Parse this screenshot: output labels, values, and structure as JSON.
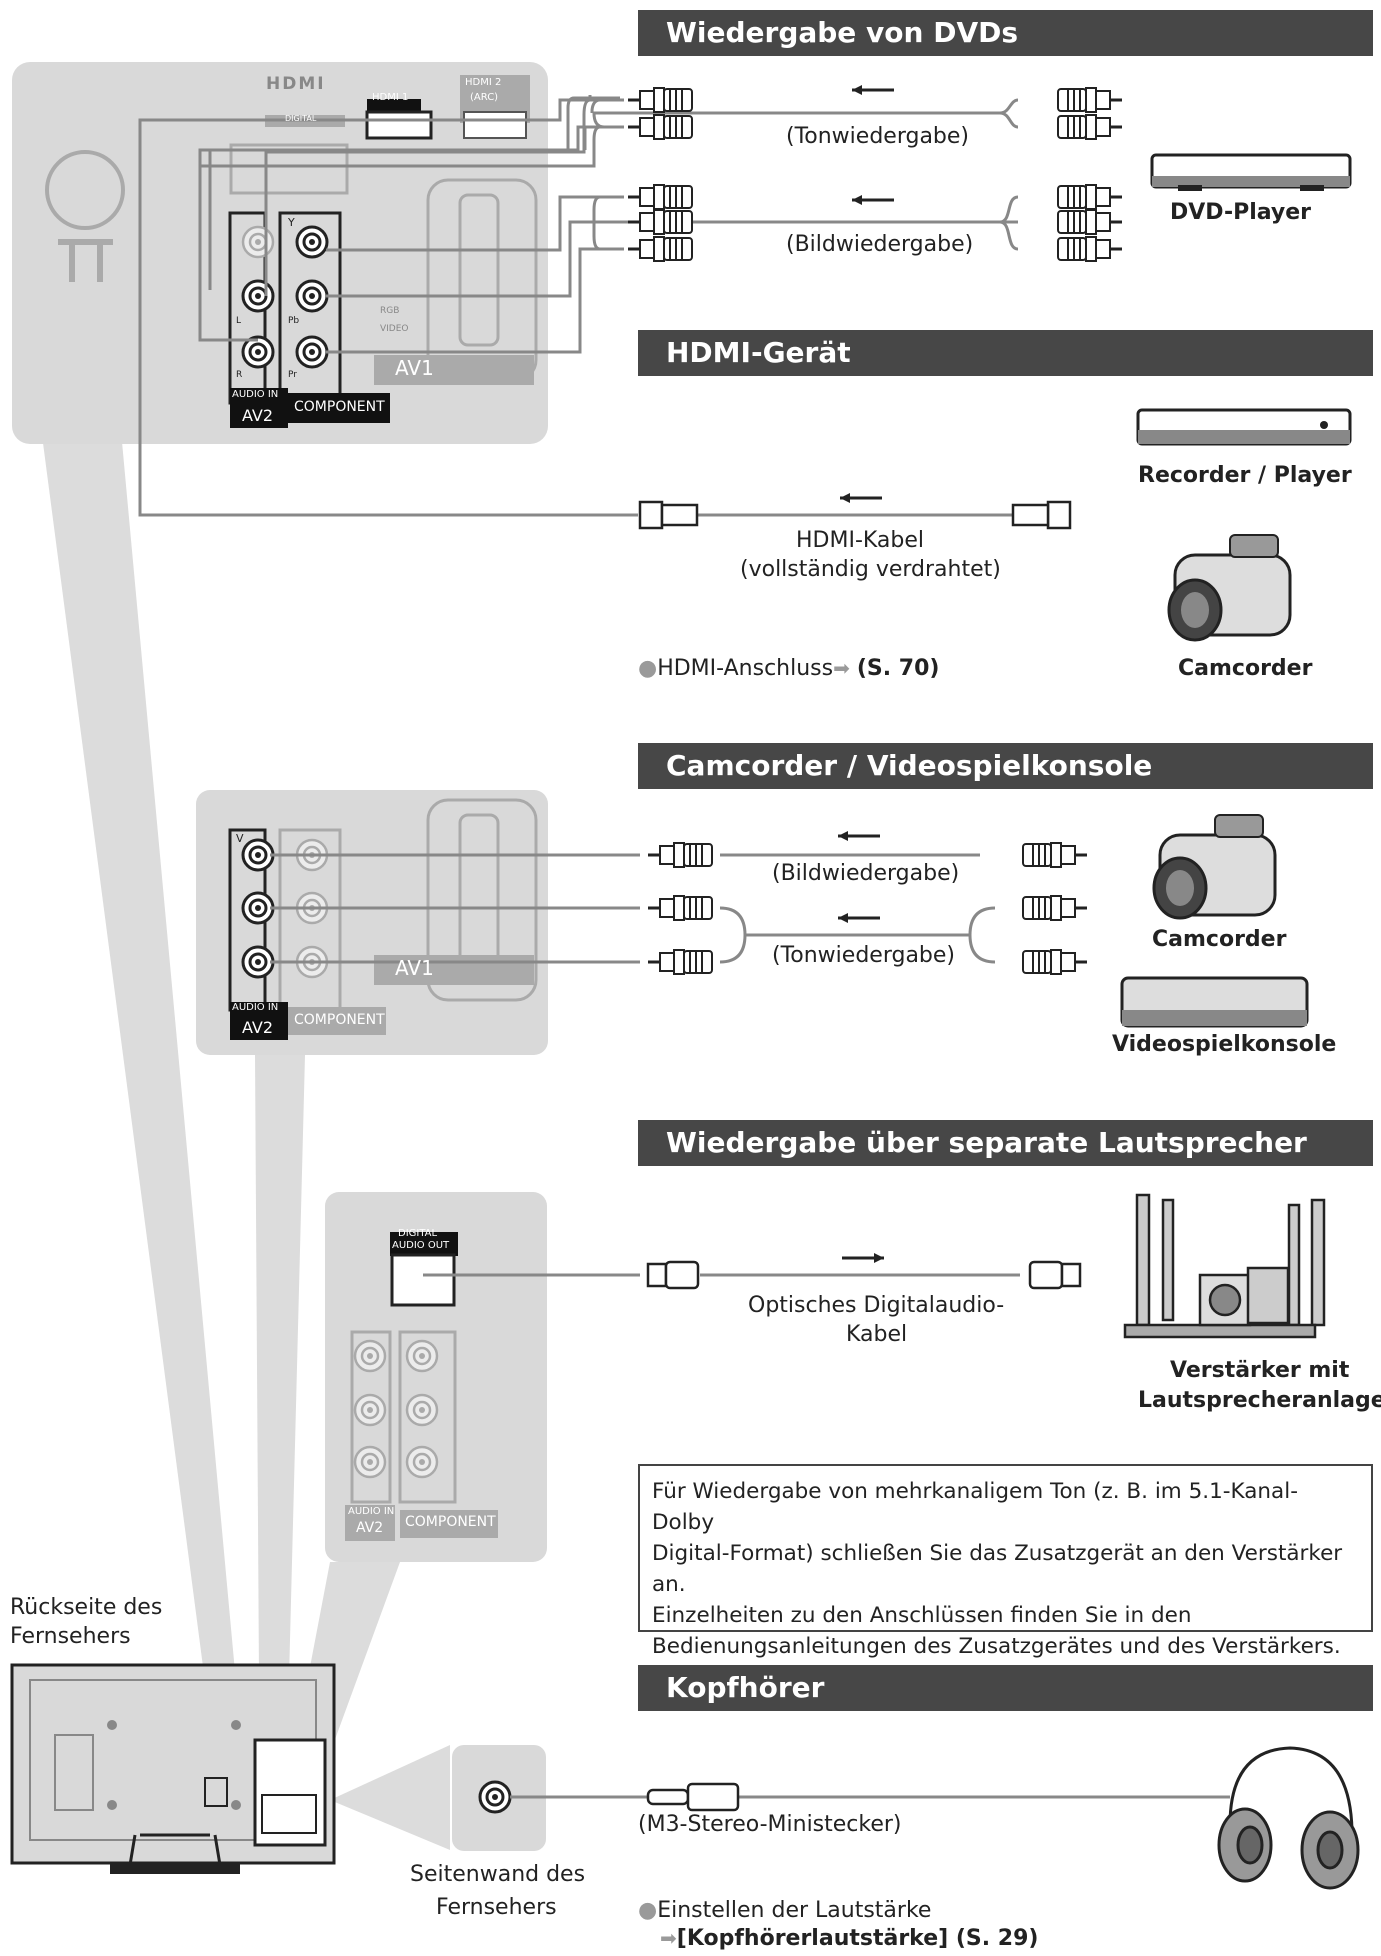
{
  "sections": {
    "dvd": {
      "title": "Wiedergabe von DVDs",
      "audio_label": "(Tonwiedergabe)",
      "video_label": "(Bildwiedergabe)",
      "device": "DVD-Player"
    },
    "hdmi": {
      "title": "HDMI-Gerät",
      "cable_label_1": "HDMI-Kabel",
      "cable_label_2": "(vollständig verdrahtet)",
      "device_1": "Recorder / Player",
      "device_2": "Camcorder",
      "note_text": "HDMI-Anschluss",
      "note_ref": "(S. 70)"
    },
    "camcorder": {
      "title": "Camcorder / Videospielkonsole",
      "video_label": "(Bildwiedergabe)",
      "audio_label": "(Tonwiedergabe)",
      "device_1": "Camcorder",
      "device_2": "Videospielkonsole"
    },
    "speakers": {
      "title": "Wiedergabe über separate Lautsprecher",
      "cable_label_1": "Optisches Digitalaudio-",
      "cable_label_2": "Kabel",
      "device_1": "Verstärker mit",
      "device_2": "Lautsprecheranlage",
      "note_lines": [
        "Für Wiedergabe von mehrkanaligem Ton (z. B. im 5.1-Kanal-Dolby",
        "Digital-Format) schließen Sie das Zusatzgerät an den Verstärker",
        "an.",
        "Einzelheiten zu den Anschlüssen finden Sie in den",
        "Bedienungsanleitungen des Zusatzgerätes und des Verstärkers."
      ]
    },
    "headphones": {
      "title": "Kopfhörer",
      "plug_label": "(M3-Stereo-Ministecker)",
      "note_text": "Einstellen der Lautstärke",
      "note_ref": "[Kopfhörerlautstärke] (S. 29)"
    }
  },
  "tv": {
    "back_label_1": "Rückseite des",
    "back_label_2": "Fernsehers",
    "side_label_1": "Seitenwand des",
    "side_label_2": "Fernsehers"
  },
  "panel": {
    "hdmi_logo": "HDMI",
    "hdmi1": "HDMI 1",
    "hdmi2_1": "HDMI 2",
    "hdmi2_2": "(ARC)",
    "digital_small": "DIGITAL",
    "av1": "AV1",
    "av2": "AV2",
    "audio_in": "AUDIO IN",
    "component": "COMPONENT",
    "digital_audio_out_1": "DIGITAL",
    "digital_audio_out_2": "AUDIO OUT",
    "port_y": "Y",
    "port_v": "V",
    "port_l": "L",
    "port_r": "R",
    "port_pb": "Pb",
    "port_pr": "Pr",
    "rgb": "RGB",
    "video": "VIDEO"
  },
  "colors": {
    "header_bg": "#474747",
    "panel_bg": "#d9d9d9",
    "beam": "#dcdcdc",
    "cable": "#888888",
    "dark": "#1a1a1a"
  }
}
